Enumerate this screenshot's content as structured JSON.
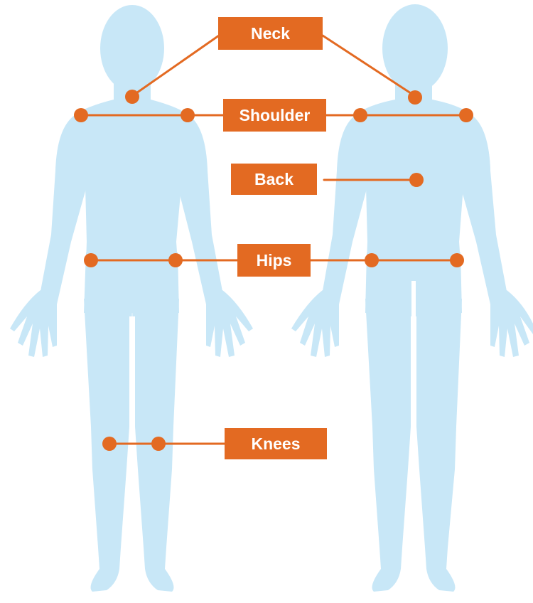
{
  "colors": {
    "body": "#c8e7f7",
    "accent": "#e36a22",
    "label_text": "#ffffff"
  },
  "figures": [
    "front-view",
    "back-view"
  ],
  "labels": {
    "neck": "Neck",
    "shoulder": "Shoulder",
    "back": "Back",
    "hips": "Hips",
    "knees": "Knees"
  }
}
